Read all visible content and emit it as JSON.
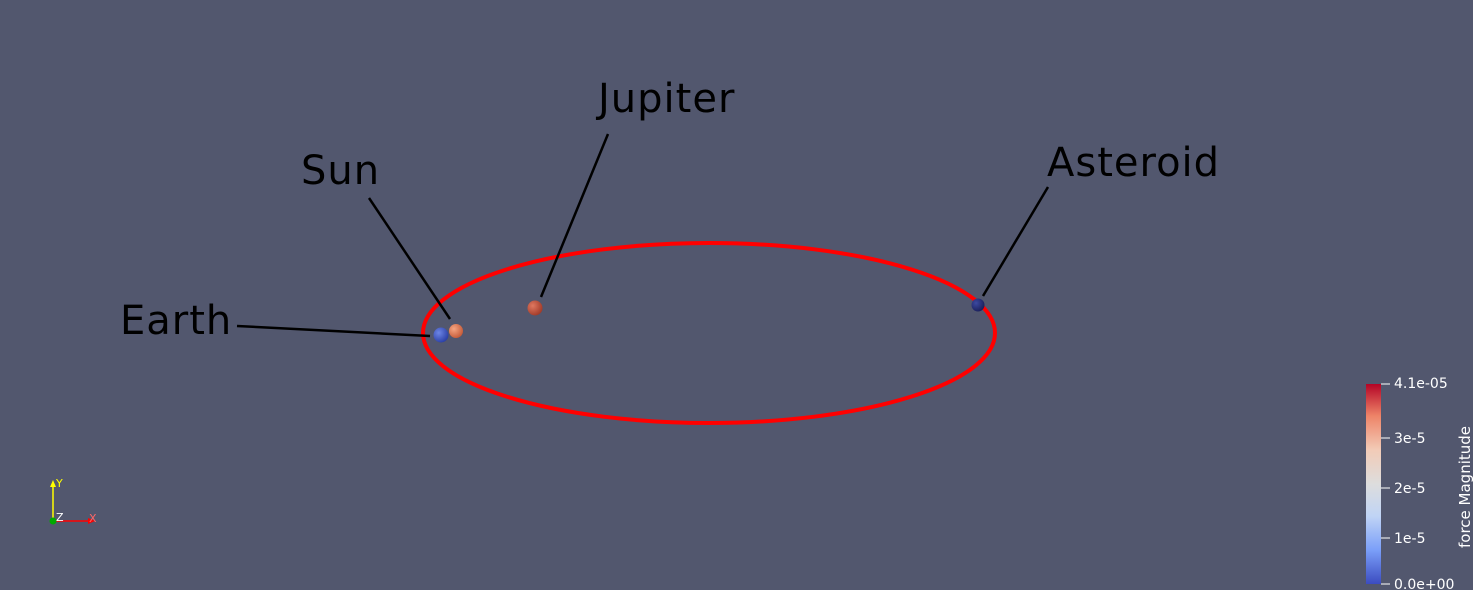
{
  "annotations": {
    "sun": "Sun",
    "jupiter": "Jupiter",
    "earth": "Earth",
    "asteroid": "Asteroid"
  },
  "colorbar": {
    "title": "force Magnitude",
    "ticks": [
      "4.1e-05",
      "3e-5",
      "2e-5",
      "1e-5",
      "0.0e+00"
    ],
    "min": 0.0,
    "max": 4.1e-05,
    "colormap": [
      "#3b4cc0",
      "#7b9ff9",
      "#c0d4f5",
      "#dddddd",
      "#f2cbb7",
      "#ee8468",
      "#b40426"
    ]
  },
  "axes": {
    "x": "X",
    "y": "Y",
    "z": "Z",
    "x_color": "#ff0000",
    "y_color": "#ffff00",
    "z_color": "#00aa00"
  },
  "orbit_color": "#ff0000",
  "bodies": {
    "earth_color": "#3a56c8",
    "sun_color": "#e07850",
    "jupiter_color": "#c8553c",
    "asteroid_color": "#26307a"
  }
}
